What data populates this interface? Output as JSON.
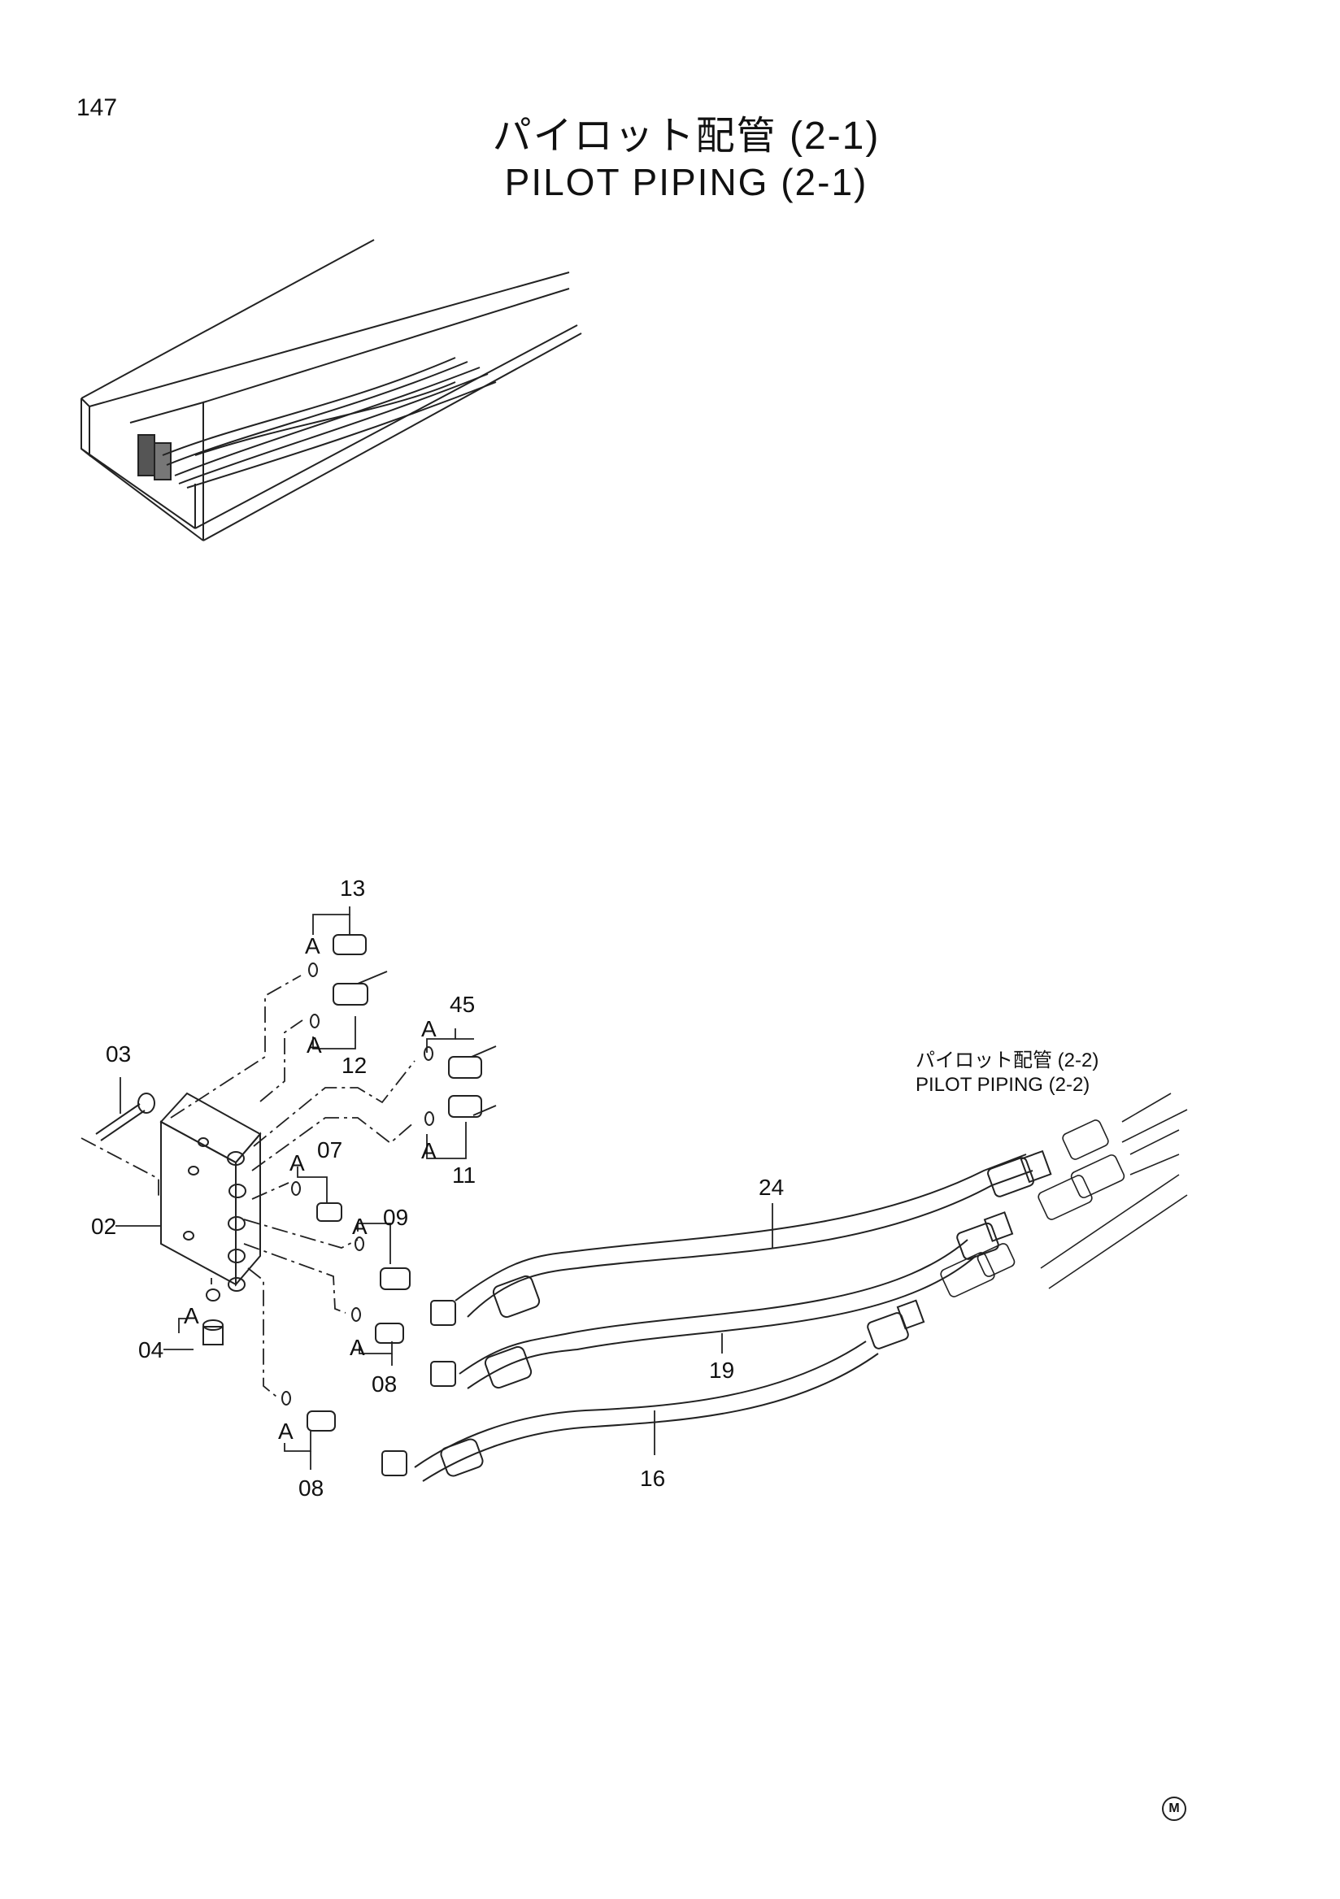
{
  "page": {
    "number": "147"
  },
  "title": {
    "jp": "パイロット配管 (2-1)",
    "en": "PILOT PIPING (2-1)"
  },
  "reference": {
    "jp": "パイロット配管 (2-2)",
    "en": "PILOT PIPING (2-2)"
  },
  "callouts": {
    "p13": "13",
    "p12": "12",
    "p45": "45",
    "p11": "11",
    "p03": "03",
    "p07": "07",
    "p09": "09",
    "p02": "02",
    "p04": "04",
    "p08a": "08",
    "p08b": "08",
    "p24": "24",
    "p19": "19",
    "p16": "16"
  },
  "detail_letter": "A",
  "mark": "M"
}
